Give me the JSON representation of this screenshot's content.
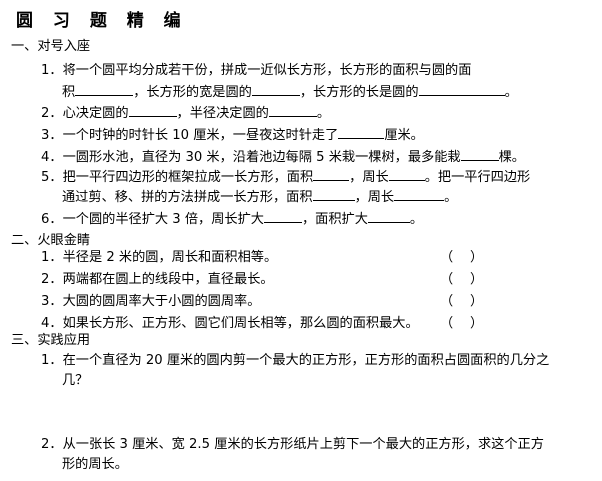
{
  "title": "圆 习 题 精 编",
  "sections": [
    {
      "heading": "一、对号入座",
      "items": [
        {
          "line1": "1．将一个圆平均分成若干份，拼成一近似长方形，长方形的面积与圆的面",
          "line2_a": "积",
          "line2_b": "，长方形的宽是圆的",
          "line2_c": "，长方形的长是圆的",
          "line2_d": "。"
        },
        {
          "a": "2．心决定圆的",
          "b": "，半径决定圆的",
          "c": "。"
        },
        {
          "a": "3．一个时钟的时针长 10 厘米，一昼夜这时针走了",
          "b": "厘米。"
        },
        {
          "a": "4．一圆形水池，直径为 30 米，沿着池边每隔 5 米栽一棵树，最多能栽",
          "b": "棵。"
        },
        {
          "a": "5．把一平行四边形的框架拉成一长方形，面积",
          "b": "，周长",
          "c": "。把一平行四边形",
          "line2_a": "通过剪、移、拼的方法拼成一长方形，面积",
          "line2_b": "，周长",
          "line2_c": "。"
        },
        {
          "a": "6．一个圆的半径扩大 3 倍，周长扩大",
          "b": "，面积扩大",
          "c": "。"
        }
      ]
    },
    {
      "heading": "二、火眼金睛",
      "items": [
        {
          "text": "1．半径是 2 米的圆，周长和面积相等。",
          "paren": "（    ）"
        },
        {
          "text": "2．两端都在圆上的线段中，直径最长。",
          "paren": "（    ）"
        },
        {
          "text": "3．大圆的圆周率大于小圆的圆周率。",
          "paren": "（    ）"
        },
        {
          "text": "4．如果长方形、正方形、圆它们周长相等，那么圆的面积最大。",
          "paren": "（    ）"
        }
      ]
    },
    {
      "heading": "三、实践应用",
      "items": [
        {
          "line1": "1．在一个直径为 20 厘米的圆内剪一个最大的正方形，正方形的面积占圆面积的几分之",
          "line2": "几？"
        },
        {
          "line1": "2．从一张长 3 厘米、宽 2.5 厘米的长方形纸片上剪下一个最大的正方形，求这个正方",
          "line2": "形的周长。"
        }
      ]
    }
  ]
}
